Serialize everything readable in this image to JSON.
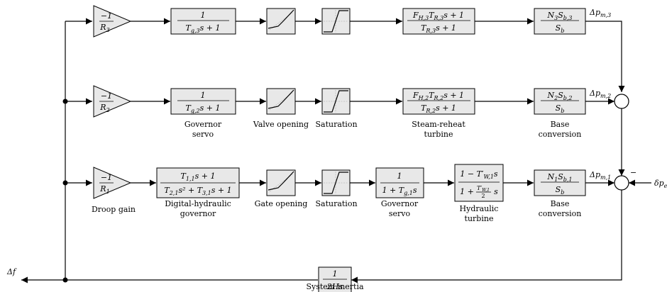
{
  "gains": {
    "g3": {
      "num": "−1",
      "den": "R",
      "den_sub": "3"
    },
    "g2": {
      "num": "−1",
      "den": "R",
      "den_sub": "2"
    },
    "g1": {
      "num": "−1",
      "den": "R",
      "den_sub": "1"
    }
  },
  "row3": {
    "governor_num": "1",
    "governor_den": "T",
    "governor_den_sub": "g,3",
    "governor_den_tail": "s + 1",
    "turbine_num": "F",
    "turbine_num_sub": "H,3",
    "turbine_num_mid": "T",
    "turbine_num_sub2": "R,3",
    "turbine_num_tail": "s + 1",
    "turbine_den": "T",
    "turbine_den_sub": "R,3",
    "turbine_den_tail": "s + 1",
    "base_num": "N",
    "base_num_sub": "3",
    "base_num_mid": "S",
    "base_num_sub2": "b,3",
    "base_den": "S",
    "base_den_sub": "b",
    "output": "Δp",
    "output_sub": "m,3"
  },
  "row2": {
    "governor_num": "1",
    "governor_den": "T",
    "governor_den_sub": "g,2",
    "governor_den_tail": "s + 1",
    "turbine_num": "F",
    "turbine_num_sub": "H,2",
    "turbine_num_mid": "T",
    "turbine_num_sub2": "R,2",
    "turbine_num_tail": "s + 1",
    "turbine_den": "T",
    "turbine_den_sub": "R,2",
    "turbine_den_tail": "s + 1",
    "base_num": "N",
    "base_num_sub": "2",
    "base_num_mid": "S",
    "base_num_sub2": "b,2",
    "base_den": "S",
    "base_den_sub": "b",
    "output": "Δp",
    "output_sub": "m,2"
  },
  "row1": {
    "dhg_num": "T",
    "dhg_num_sub": "1,1",
    "dhg_num_tail": "s + 1",
    "dhg_den": "T",
    "dhg_den_sub": "2,1",
    "dhg_den_mid": "s² + T",
    "dhg_den_sub2": "3,1",
    "dhg_den_tail": "s + 1",
    "servo_num": "1",
    "servo_den": "1 + T",
    "servo_den_sub": "g,1",
    "servo_den_tail": "s",
    "hydro_num": "1 − T′",
    "hydro_num_sub": "W,1",
    "hydro_num_tail": "s",
    "hydro_den": "1 + ",
    "hydro_den_frac_num": "T′",
    "hydro_den_frac_num_sub": "W,1",
    "hydro_den_frac_den": "2",
    "hydro_den_tail": "s",
    "base_num": "N",
    "base_num_sub": "1",
    "base_num_mid": "S",
    "base_num_sub2": "b,1",
    "base_den": "S",
    "base_den_sub": "b",
    "output": "Δp",
    "output_sub": "m,1"
  },
  "labels": {
    "governor_servo_l1": "Governor",
    "governor_servo_l2": "servo",
    "valve_opening": "Valve opening",
    "saturation_row2": "Saturation",
    "steam_reheat_l1": "Steam-reheat",
    "steam_reheat_l2": "turbine",
    "base_conversion_r2_l1": "Base",
    "base_conversion_r2_l2": "conversion",
    "droop_gain": "Droop gain",
    "digital_hydraulic_l1": "Digital-hydraulic",
    "digital_hydraulic_l2": "governor",
    "gate_opening": "Gate opening",
    "saturation_row1": "Saturation",
    "governor_servo_r1_l1": "Governor",
    "governor_servo_r1_l2": "servo",
    "hydraulic_turbine_l1": "Hydraulic",
    "hydraulic_turbine_l2": "turbine",
    "base_conversion_r1_l1": "Base",
    "base_conversion_r1_l2": "conversion",
    "system_inertia": "System inertia"
  },
  "inertia": {
    "num": "1",
    "den": "2Hs"
  },
  "signals": {
    "delta_f": "Δf",
    "minus_sign": "−",
    "load_disturbance": "δp",
    "load_disturbance_sub": "e"
  }
}
